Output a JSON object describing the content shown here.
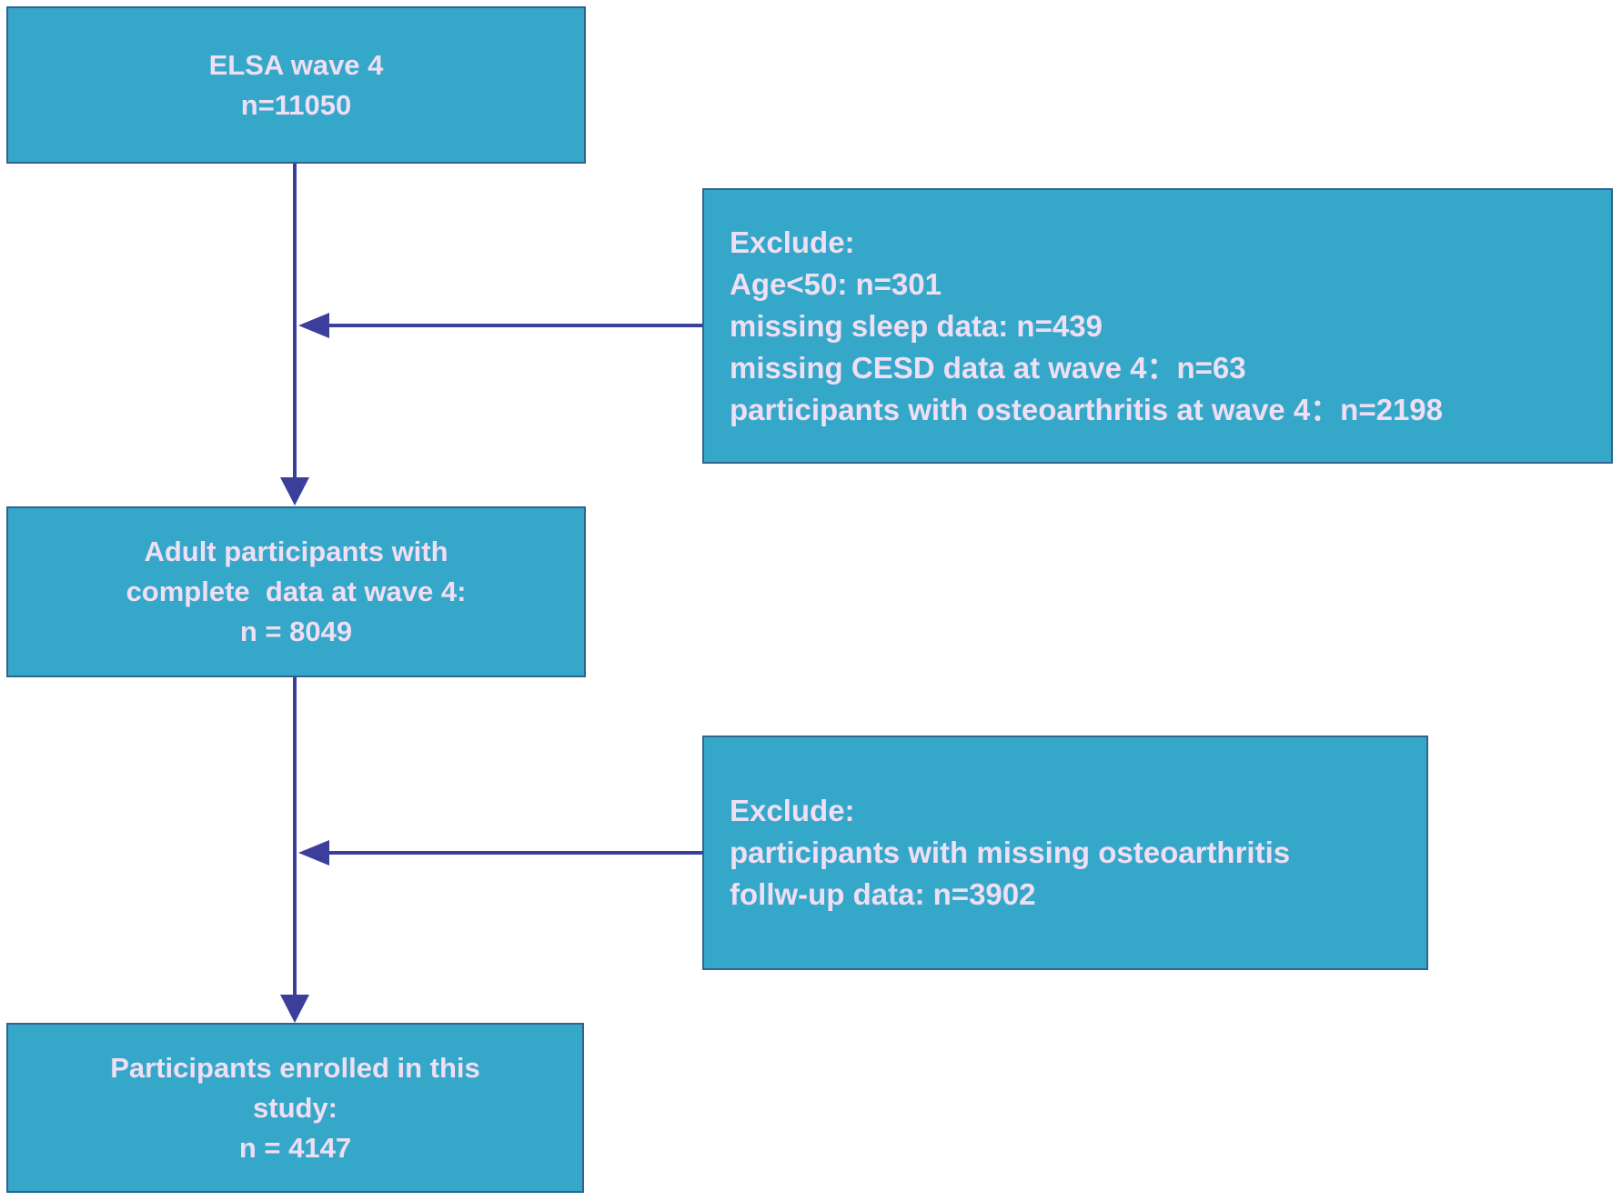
{
  "diagram": {
    "type": "participant-flowchart",
    "colors": {
      "box_fill": "#35a8c9",
      "box_border": "#30648f",
      "box_text": "#f0def4",
      "arrow": "#3b3f9b",
      "background": "#ffffff"
    },
    "boxes": {
      "elsa": {
        "text": "ELSA wave 4\nn=11050"
      },
      "exclude1": {
        "text": "Exclude:\nAge<50: n=301\nmissing sleep data: n=439\nmissing CESD data at wave 4：n=63\nparticipants with osteoarthritis at wave 4：n=2198"
      },
      "complete": {
        "text": "Adult participants with\ncomplete  data at wave 4:\nn = 8049"
      },
      "exclude2": {
        "text": "Exclude:\nparticipants with missing osteoarthritis\nfollw-up data: n=3902"
      },
      "enrolled": {
        "text": "Participants enrolled in this\nstudy:\nn = 4147"
      }
    }
  }
}
